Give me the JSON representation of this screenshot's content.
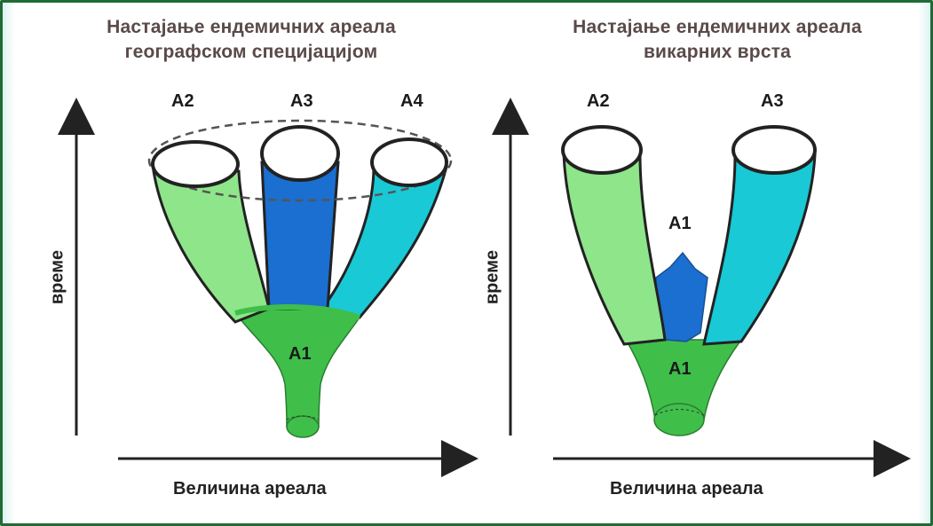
{
  "left_panel": {
    "title_line1": "Настајање ендемичних ареала",
    "title_line2": "географском специјацијом",
    "labels": {
      "a2": "A2",
      "a3": "A3",
      "a4": "A4",
      "a1": "A1"
    },
    "y_axis": "време",
    "x_axis": "Величина ареала"
  },
  "right_panel": {
    "title_line1": "Настајање ендемичних ареала",
    "title_line2": "викарних врста",
    "labels": {
      "a2": "A2",
      "a3": "A3",
      "a1_top": "A1",
      "a1_bottom": "A1"
    },
    "y_axis": "време",
    "x_axis": "Величина ареала"
  },
  "colors": {
    "light_green": "#8ee58a",
    "green": "#3fbf4a",
    "blue": "#1a6fd0",
    "cyan": "#19c9d6",
    "frame": "#1f6a36"
  }
}
